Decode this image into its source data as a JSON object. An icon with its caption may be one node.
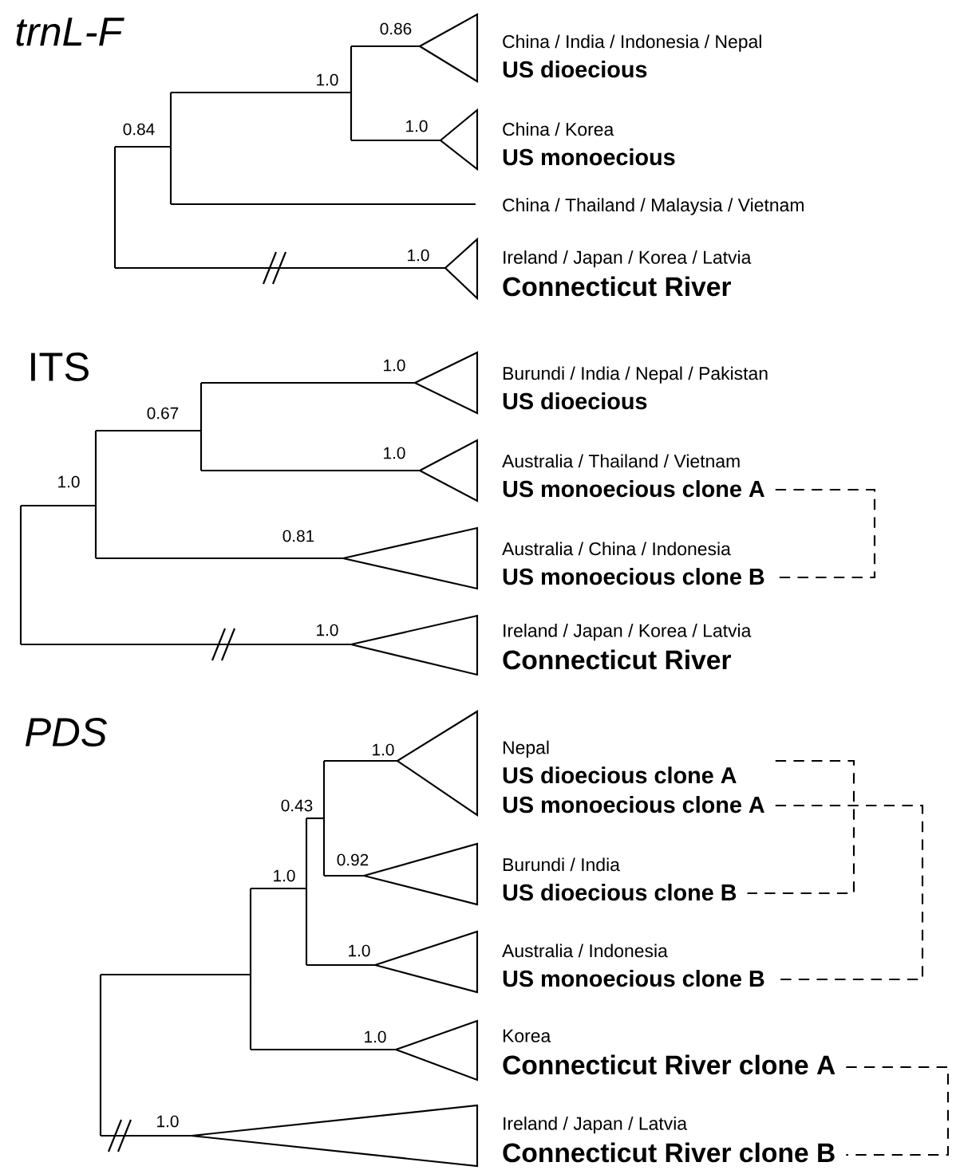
{
  "diagram": {
    "nodes": [
      {
        "text": [
          "China / India / Indonesia / Nepal",
          "US dioecious"
        ]
      },
      {
        "text": [
          "China / Korea",
          "US monoecious"
        ]
      },
      {
        "text": [
          "China / Thailand / Malaysia / Vietnam"
        ]
      },
      {
        "text": [
          "Ireland / Japan / Korea / Latvia",
          "Connecticut River"
        ]
      },
      {
        "text": [
          "Burundi / India / Nepal / Pakistan",
          "US dioecious"
        ]
      },
      {
        "text": [
          "Australia / Thailand / Vietnam",
          "US monoecious clone A"
        ]
      },
      {
        "text": [
          "Australia / China / Indonesia",
          "US monoecious clone B"
        ]
      },
      {
        "text": [
          "Ireland / Japan / Korea / Latvia",
          "Connecticut River"
        ]
      },
      {
        "text": [
          "Nepal",
          "US dioecious clone A",
          "US monoecious clone A"
        ]
      },
      {
        "text": [
          "Burundi / India",
          "US dioecious clone B"
        ]
      },
      {
        "text": [
          "Australia / Indonesia",
          "US monoecious clone B"
        ]
      },
      {
        "text": [
          "Korea",
          "Connecticut River clone A"
        ]
      },
      {
        "text": [
          "Ireland / Japan / Latvia",
          "Connecticut River clone B"
        ]
      }
    ],
    "edges": [
      {
        "from": 5,
        "to": 6,
        "arrow": "none",
        "style": "dashed"
      },
      {
        "from": 8,
        "to": 9,
        "arrow": "none",
        "style": "dashed"
      },
      {
        "from": 8,
        "to": 10,
        "arrow": "none",
        "style": "dashed"
      },
      {
        "from": 11,
        "to": 12,
        "arrow": "none",
        "style": "dashed"
      }
    ],
    "labels": [
      "trnL-F",
      "0.86",
      "1.0",
      "0.84",
      "1.0",
      "1.0",
      "ITS",
      "1.0",
      "0.67",
      "1.0",
      "1.0",
      "0.81",
      "1.0",
      "PDS",
      "1.0",
      "0.43",
      "0.92",
      "1.0",
      "1.0",
      "1.0",
      "1.0"
    ]
  }
}
